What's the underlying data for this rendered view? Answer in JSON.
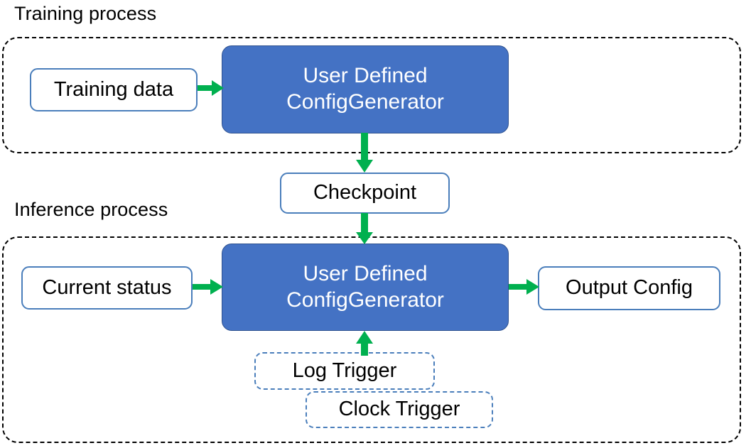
{
  "diagram": {
    "title_training": "Training process",
    "title_inference": "Inference process",
    "colors": {
      "process_blue_fill": "#4472C4",
      "process_blue_stroke": "#2F528F",
      "box_border_blue": "#4A7EBB",
      "arrow_green": "#00B04F",
      "container_dash": "#000000",
      "text_dark": "#000000",
      "text_light": "#FFFFFF"
    },
    "training": {
      "caption": "Training process",
      "input_box": "Training data",
      "process_box_line1": "User Defined",
      "process_box_line2": "ConfigGenerator"
    },
    "checkpoint": {
      "label": "Checkpoint"
    },
    "inference": {
      "caption": "Inference process",
      "input_box": "Current status",
      "process_box_line1": "User Defined",
      "process_box_line2": "ConfigGenerator",
      "output_box": "Output Config",
      "triggers": [
        {
          "label": "Log Trigger"
        },
        {
          "label": "Clock Trigger"
        }
      ]
    },
    "arrows": [
      {
        "name": "training-data-to-generator",
        "direction": "right"
      },
      {
        "name": "generator-to-checkpoint",
        "direction": "down"
      },
      {
        "name": "checkpoint-to-generator",
        "direction": "down"
      },
      {
        "name": "current-status-to-generator",
        "direction": "right"
      },
      {
        "name": "generator-to-output-config",
        "direction": "right"
      },
      {
        "name": "triggers-to-generator",
        "direction": "up"
      }
    ]
  }
}
